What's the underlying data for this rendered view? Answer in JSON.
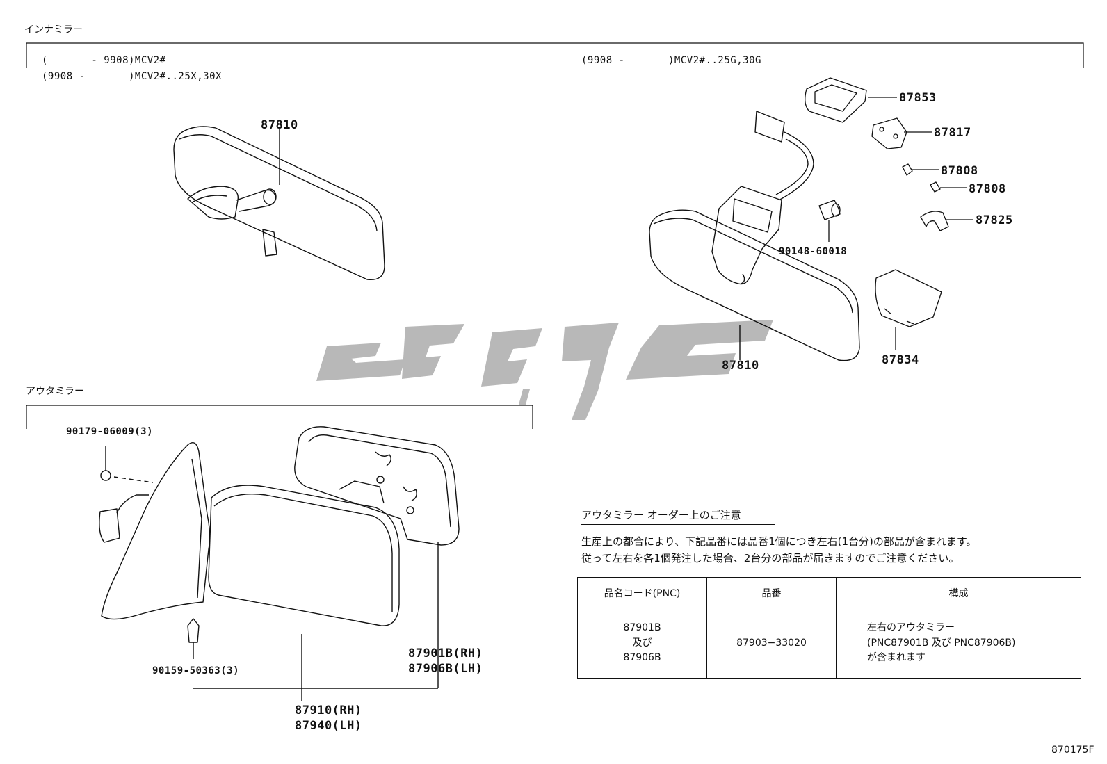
{
  "inner_mirror": {
    "section_title": "インナミラー",
    "variant_left": {
      "line1": "(       - 9908)MCV2#",
      "line2": "(9908 -       )MCV2#..25X,30X"
    },
    "variant_right": {
      "line1": "(9908 -       )MCV2#..25G,30G"
    },
    "parts": {
      "mirror_left": "87810",
      "mirror_right": "87810",
      "cover_upper": "87853",
      "bracket": "87817",
      "clip_1": "87808",
      "clip_2": "87808",
      "clip_3": "87825",
      "screw": "90148-60018",
      "cover_lower": "87834"
    }
  },
  "outer_mirror": {
    "section_title": "アウタミラー",
    "parts": {
      "screw_top": "90179-06009(3)",
      "screw_bottom": "90159-50363(3)",
      "glass_rh": "87901B(RH)",
      "glass_lh": "87906B(LH)",
      "assy_rh": "87910(RH)",
      "assy_lh": "87940(LH)"
    }
  },
  "order_note": {
    "title": "アウタミラー オーダー上のご注意",
    "body_line1": "生産上の都合により、下記品番には品番1個につき左右(1台分)の部品が含まれます。",
    "body_line2": "従って左右を各1個発注した場合、2台分の部品が届きますのでご注意ください。",
    "table": {
      "headers": [
        "品名コード(PNC)",
        "品番",
        "構成"
      ],
      "row": {
        "pnc": [
          "87901B",
          "及び",
          "87906B"
        ],
        "part_no": "87903−33020",
        "composition": [
          "左右のアウタミラー",
          "(PNC87901B 及び PNC87906B)",
          "が含まれます"
        ]
      }
    }
  },
  "figure_code": "870175F",
  "watermark": {
    "color": "#b8b8b8"
  }
}
